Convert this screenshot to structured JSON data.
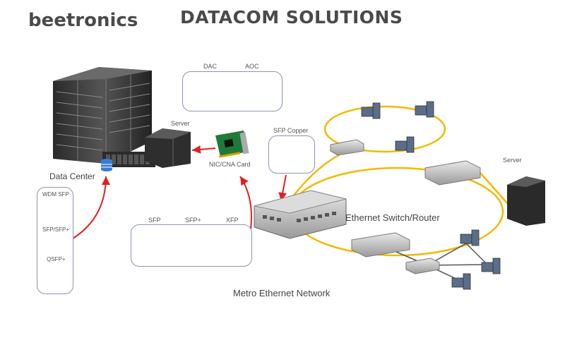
{
  "brand": {
    "logo_text": "beetronics"
  },
  "title": "DATACOM SOLUTIONS",
  "labels": {
    "data_center": "Data Center",
    "server_left": "Server",
    "nic_card": "NIC/CNA Card",
    "dac": "DAC",
    "aoc": "AOC",
    "sfp_copper": "SFP Copper",
    "server_right": "Server",
    "switch_router": "Ethernet Switch/Router",
    "wdm_sfp": "WDM SFP",
    "sfp_sfpplus": "SFP/SFP+",
    "qsfp": "QSFP+",
    "sfp": "SFP",
    "sfp_plus": "SFP+",
    "xfp": "XFP",
    "metro": "Metro Ethernet Network"
  },
  "colors": {
    "arrow": "#e02020",
    "ring": "#f5b800",
    "link": "#444444",
    "box_border": "#8a94b8",
    "text": "#4a4a4a"
  },
  "icons": [
    "server-rack-icon",
    "tower-server-icon",
    "nic-card-icon",
    "cable-icon",
    "transceiver-icon",
    "switch-icon",
    "desktop-pc-icon",
    "database-icon"
  ]
}
